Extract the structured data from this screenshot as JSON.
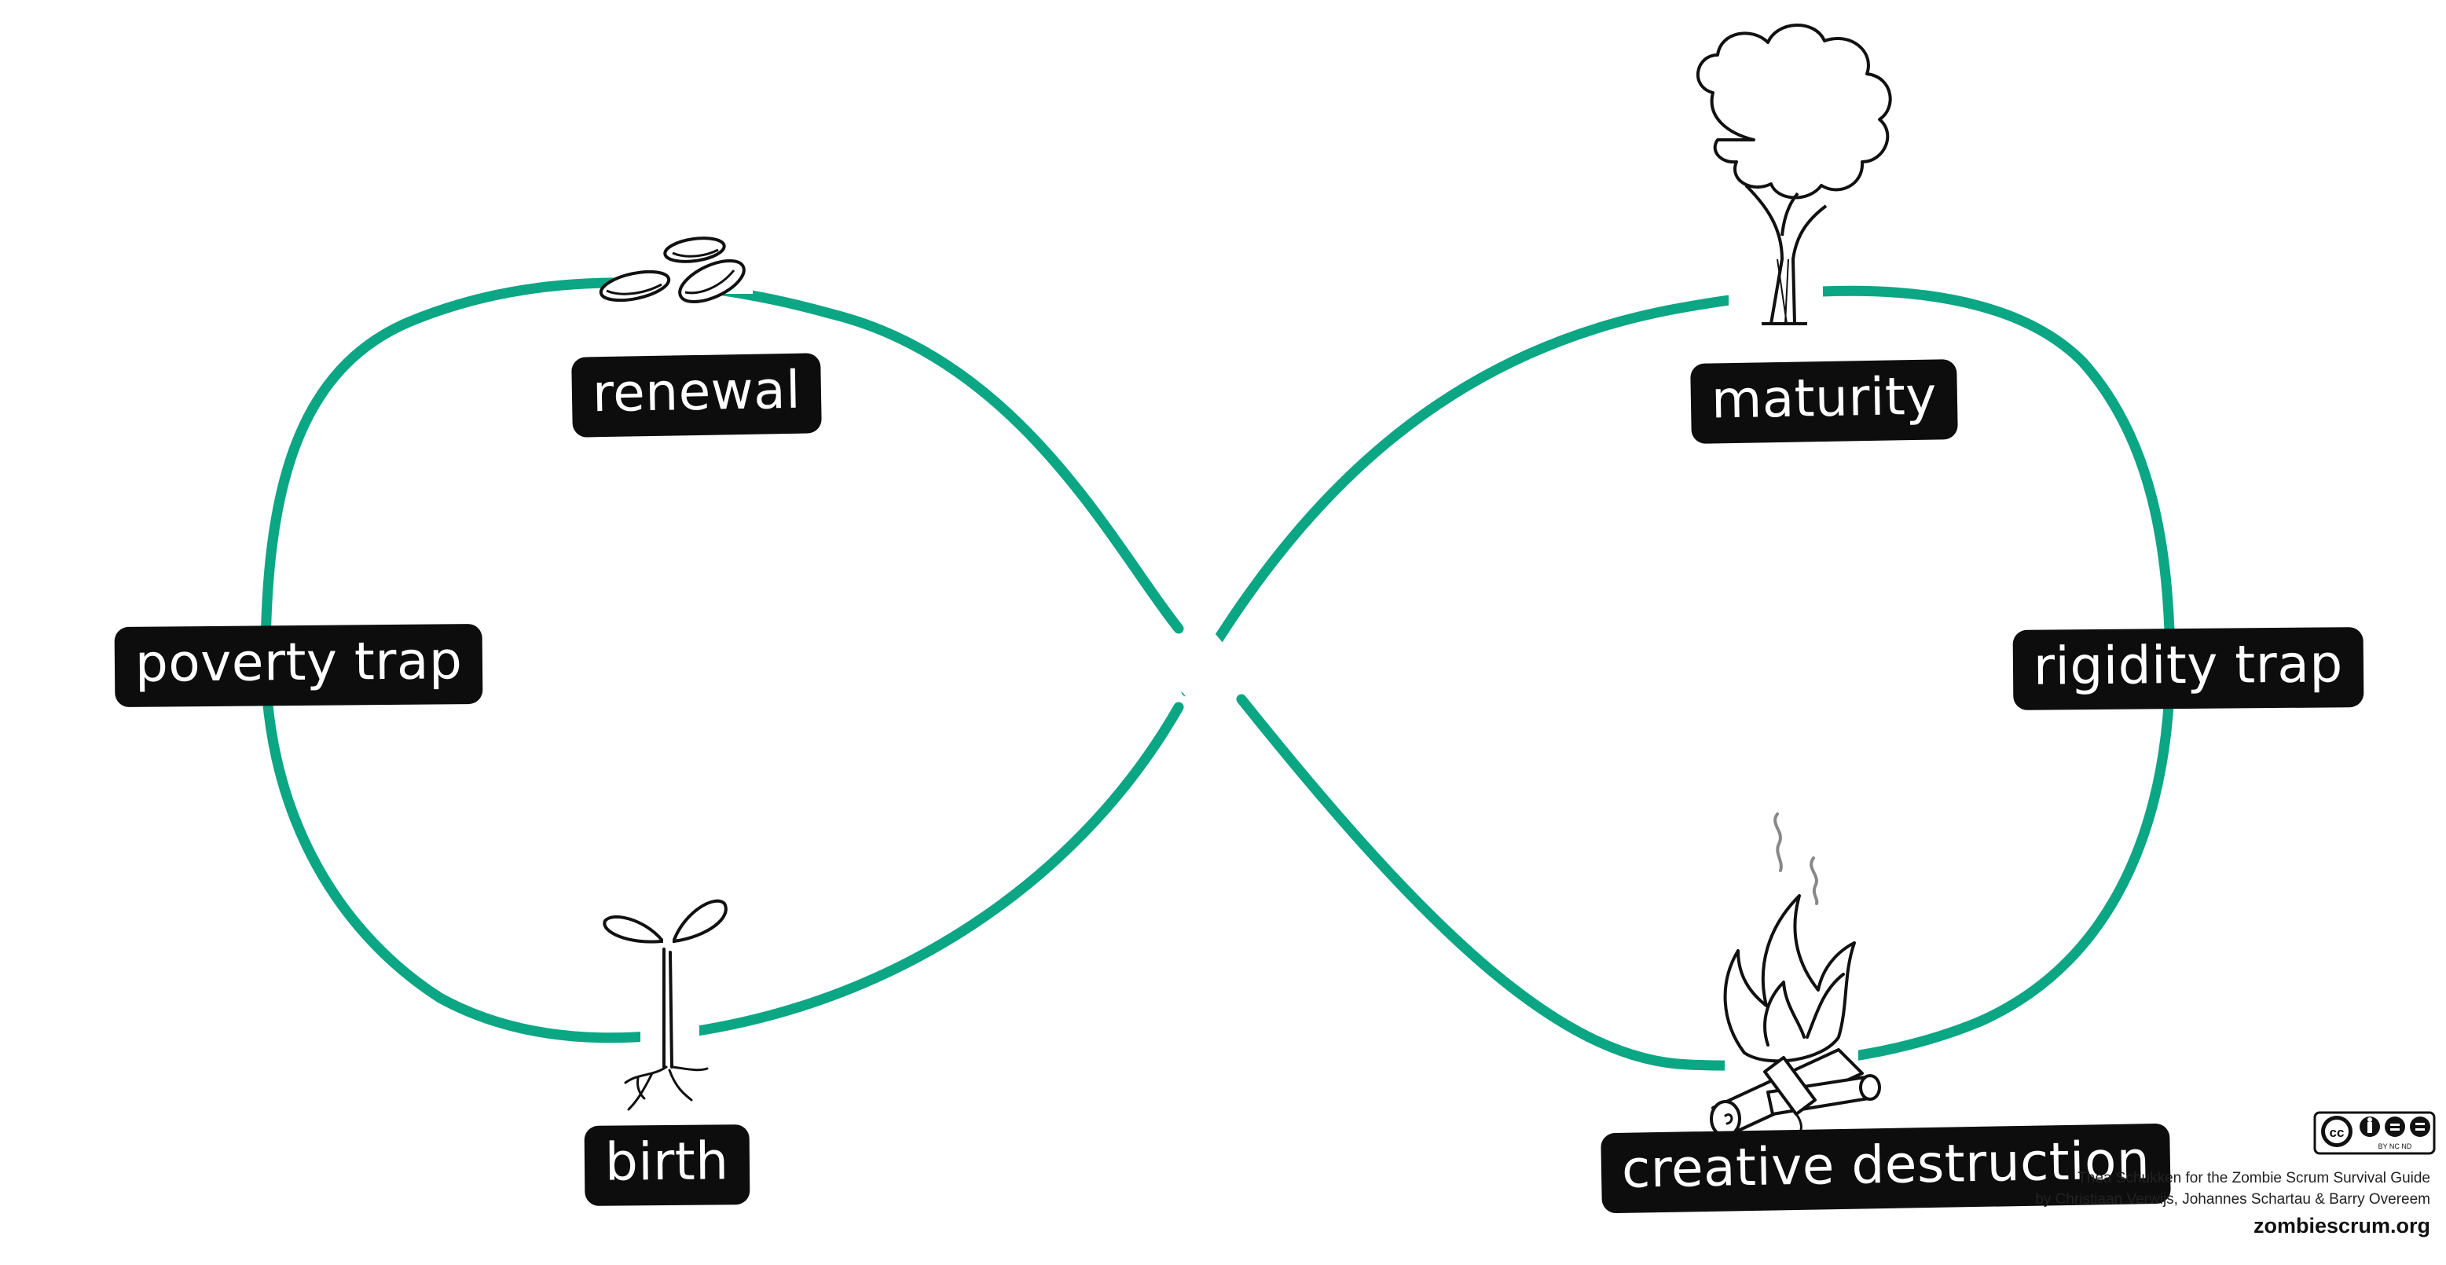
{
  "diagram": {
    "loop_color": "#0ba683",
    "label_background": "#0d0d0d",
    "label_text_color": "#ffffff",
    "phases": {
      "renewal": "renewal",
      "maturity": "maturity",
      "poverty_trap": "poverty trap",
      "rigidity_trap": "rigidity trap",
      "birth": "birth",
      "creative_destruction": "creative destruction"
    },
    "illustrations": {
      "renewal": "seeds-icon",
      "maturity": "tree-icon",
      "birth": "sprout-icon",
      "creative_destruction": "campfire-icon"
    }
  },
  "credit": {
    "license": "CC BY NC ND",
    "line1": "Thea Schukken for the Zombie Scrum Survival Guide",
    "line2": "by Christiaan Verwijs, Johannes Schartau & Barry Overeem",
    "site": "zombiescrum.org"
  }
}
